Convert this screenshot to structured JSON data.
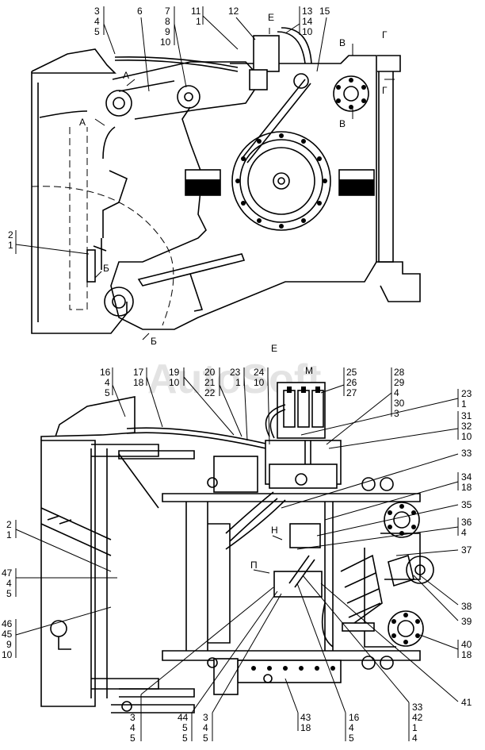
{
  "watermark": "AutoSoft",
  "top_view": {
    "callouts": [
      {
        "lines": [
          "3",
          "4",
          "5"
        ]
      },
      {
        "lines": [
          "6"
        ]
      },
      {
        "lines": [
          "7",
          "8",
          "9",
          "10"
        ]
      },
      {
        "lines": [
          "11",
          "1"
        ]
      },
      {
        "lines": [
          "12"
        ]
      },
      {
        "lines": [
          "13",
          "14",
          "10"
        ]
      },
      {
        "lines": [
          "15"
        ]
      },
      {
        "lines": [
          "2",
          "1"
        ]
      }
    ],
    "section_marks": [
      "А",
      "А",
      "Б",
      "Б",
      "В",
      "В",
      "Г",
      "Г",
      "Е"
    ]
  },
  "bottom_view": {
    "title_letter": "Е",
    "detail_letters": [
      "М",
      "Н",
      "П"
    ],
    "top_callouts": [
      {
        "lines": [
          "16",
          "4",
          "5"
        ]
      },
      {
        "lines": [
          "17",
          "18"
        ]
      },
      {
        "lines": [
          "19",
          "10"
        ]
      },
      {
        "lines": [
          "20",
          "21",
          "22"
        ]
      },
      {
        "lines": [
          "23",
          "1"
        ]
      },
      {
        "lines": [
          "24",
          "10"
        ]
      },
      {
        "lines": [
          "25",
          "26",
          "27"
        ]
      },
      {
        "lines": [
          "28",
          "29",
          "4",
          "30",
          "3"
        ]
      }
    ],
    "right_callouts": [
      {
        "lines": [
          "23",
          "1"
        ]
      },
      {
        "lines": [
          "31",
          "32",
          "10"
        ]
      },
      {
        "lines": [
          "33"
        ]
      },
      {
        "lines": [
          "34",
          "18"
        ]
      },
      {
        "lines": [
          "35"
        ]
      },
      {
        "lines": [
          "36",
          "4"
        ]
      },
      {
        "lines": [
          "37"
        ]
      },
      {
        "lines": [
          "38"
        ]
      },
      {
        "lines": [
          "39"
        ]
      },
      {
        "lines": [
          "40",
          "18"
        ]
      },
      {
        "lines": [
          "41"
        ]
      }
    ],
    "left_callouts": [
      {
        "lines": [
          "2",
          "1"
        ]
      },
      {
        "lines": [
          "47",
          "4",
          "5"
        ]
      },
      {
        "lines": [
          "46",
          "45",
          "9",
          "10"
        ]
      }
    ],
    "bottom_callouts": [
      {
        "lines": [
          "3",
          "4",
          "5"
        ]
      },
      {
        "lines": [
          "44",
          "5",
          "5"
        ]
      },
      {
        "lines": [
          "3",
          "4",
          "5"
        ]
      },
      {
        "lines": [
          "43",
          "18"
        ]
      },
      {
        "lines": [
          "16",
          "4",
          "5"
        ]
      },
      {
        "lines": [
          "33",
          "42",
          "1",
          "4"
        ]
      }
    ]
  }
}
